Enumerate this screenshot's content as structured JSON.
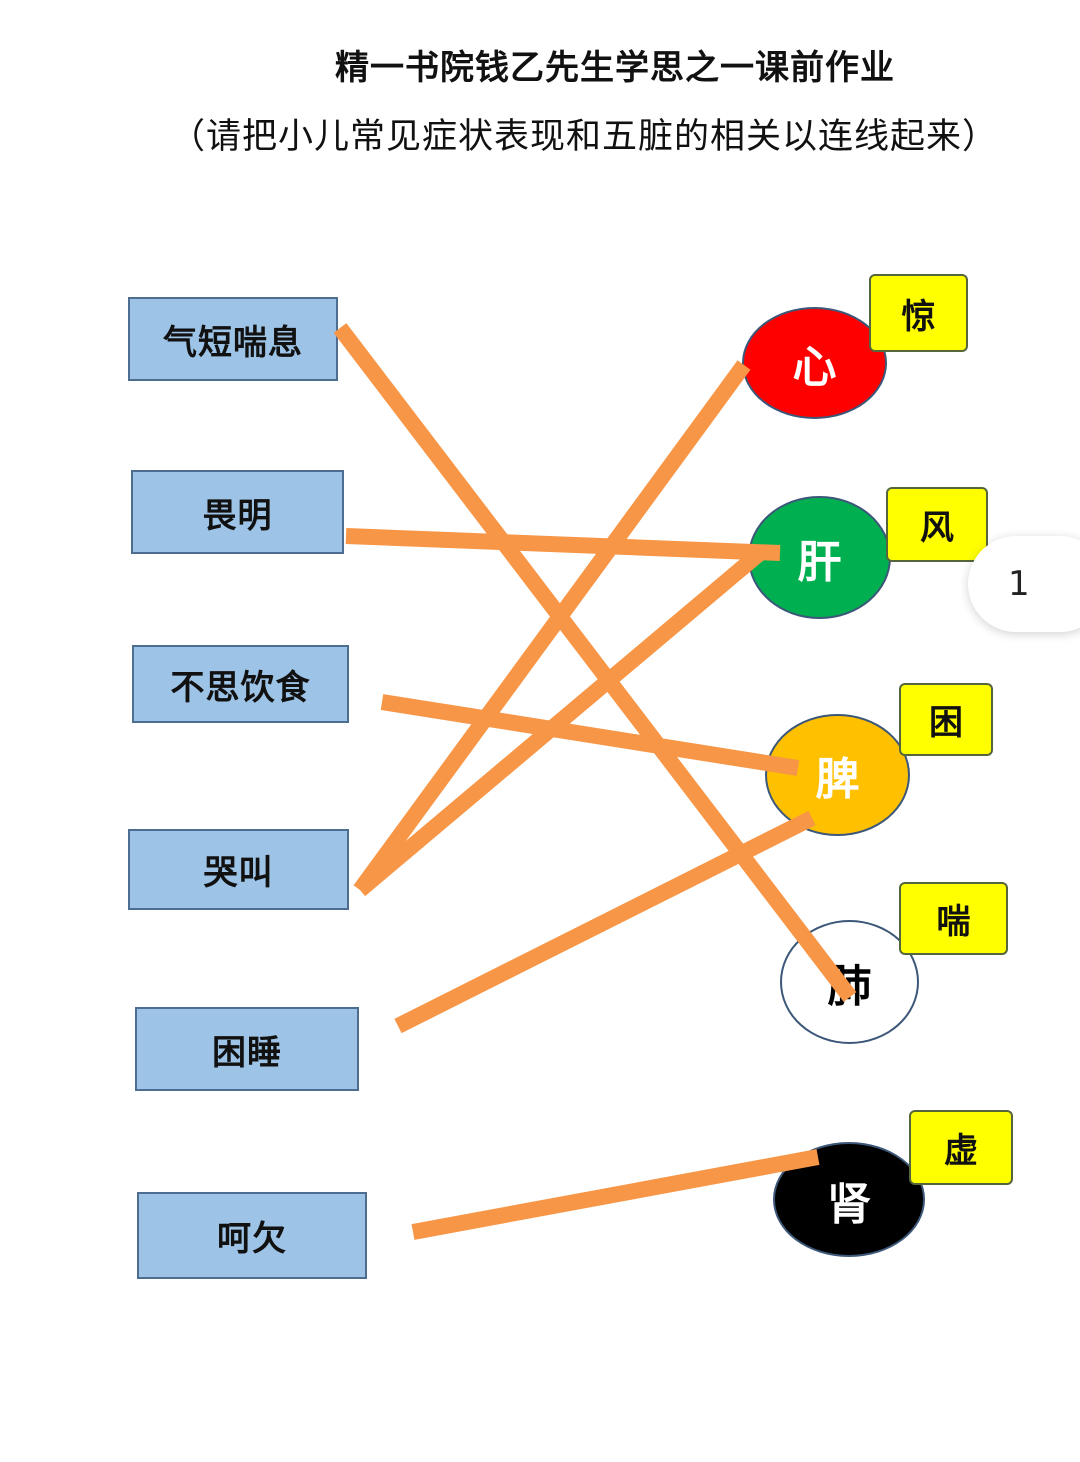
{
  "title": "精一书院钱乙先生学思之一课前作业",
  "instruction": "（请把小儿常见症状表现和五脏的相关以连线起来）",
  "symptoms": [
    "气短喘息",
    "畏明",
    "不思饮食",
    "哭叫",
    "困睡",
    "呵欠"
  ],
  "organs": [
    {
      "label": "心",
      "tag": "惊",
      "color": "#ff0000",
      "text_color": "#ffffff"
    },
    {
      "label": "肝",
      "tag": "风",
      "color": "#00b050",
      "text_color": "#ffffff"
    },
    {
      "label": "脾",
      "tag": "困",
      "color": "#ffc000",
      "text_color": "#ffffff"
    },
    {
      "label": "肺",
      "tag": "喘",
      "color": "#ffffff",
      "text_color": "#000000"
    },
    {
      "label": "肾",
      "tag": "虚",
      "color": "#000000",
      "text_color": "#ffffff"
    }
  ],
  "connections": [
    {
      "from": "气短喘息",
      "to": "肺"
    },
    {
      "from": "畏明",
      "to": "肝"
    },
    {
      "from": "不思饮食",
      "to": "脾"
    },
    {
      "from": "哭叫",
      "to": "心"
    },
    {
      "from": "哭叫",
      "to": "肝"
    },
    {
      "from": "困睡",
      "to": "脾"
    },
    {
      "from": "呵欠",
      "to": "肾"
    }
  ],
  "line_color": "#f79646",
  "page_indicator": "1"
}
